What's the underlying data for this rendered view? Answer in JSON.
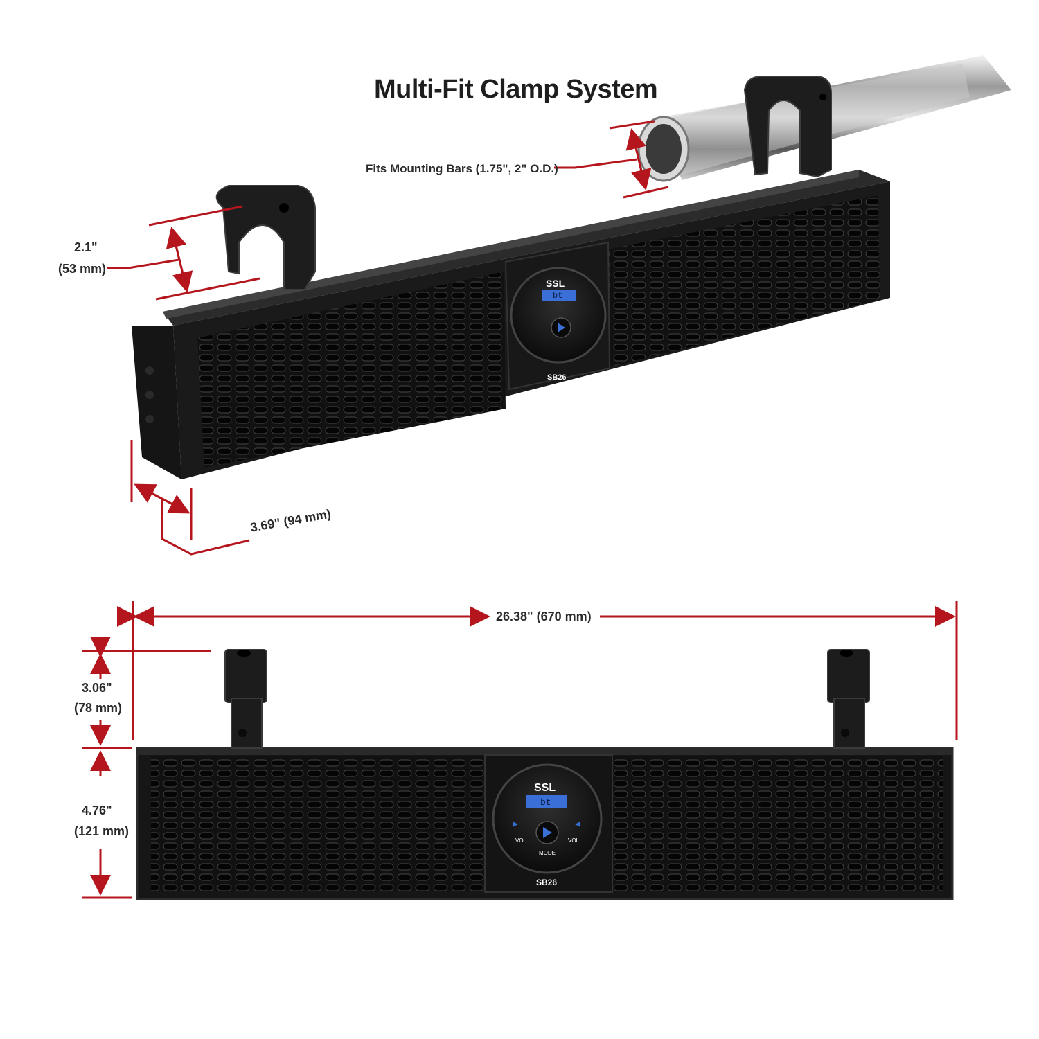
{
  "title": "Multi-Fit Clamp System",
  "labels": {
    "mounting_bars": "Fits Mounting Bars (1.75\", 2\" O.D.)",
    "clamp_inner_in": "2.1\"",
    "clamp_inner_mm": "(53 mm)",
    "depth": "3.69\" (94 mm)",
    "width": "26.38\" (670 mm)",
    "clamp_height_in": "3.06\"",
    "clamp_height_mm": "(78 mm)",
    "body_height_in": "4.76\"",
    "body_height_mm": "(121 mm)"
  },
  "product": {
    "brand": "SSL",
    "model": "SB26",
    "display": "bt",
    "vol_minus": "VOL",
    "vol_plus": "VOL",
    "mode": "MODE"
  },
  "colors": {
    "dimension_line": "#b5161e",
    "body": "#1b1b1b",
    "grille": "#0d0d0d",
    "lcd": "#3b6fd8",
    "chrome": "#b8b8b8"
  }
}
